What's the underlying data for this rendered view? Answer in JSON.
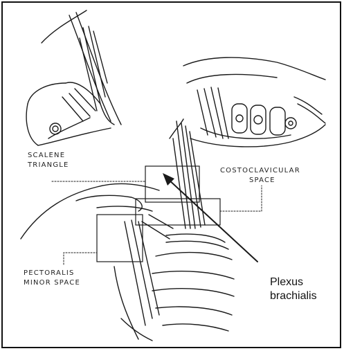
{
  "labels": {
    "scalene_line1": "SCALENE",
    "scalene_line2": "TRIANGLE",
    "costo_line1": "COSTOCLAVICULAR",
    "costo_line2": "SPACE",
    "pectoralis_line1": "PECTORALIS",
    "pectoralis_line2": "MINOR SPACE",
    "plexus_line1": "Plexus",
    "plexus_line2": "brachialis"
  },
  "colors": {
    "ink": "#1a1a1a",
    "frame": "#111111",
    "background": "#ffffff"
  }
}
